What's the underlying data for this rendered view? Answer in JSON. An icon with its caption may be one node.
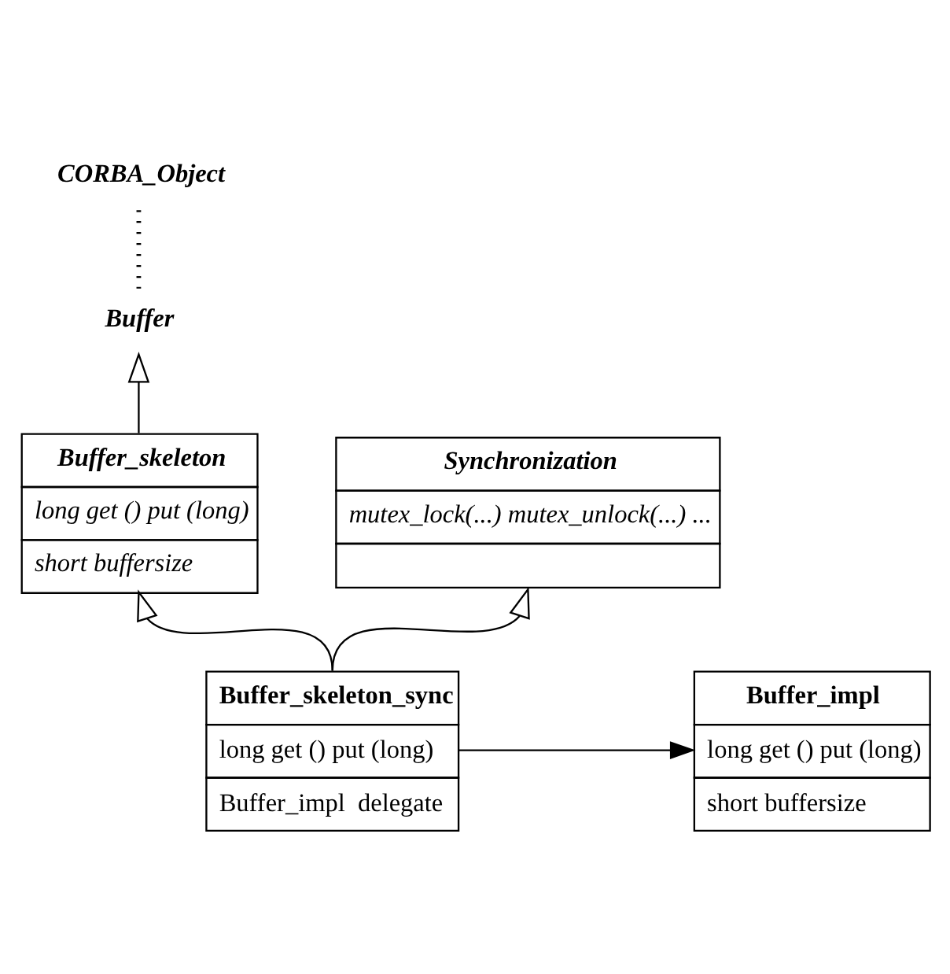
{
  "diagram": {
    "nodes": [
      {
        "text": [
          "CORBA_Object"
        ]
      },
      {
        "text": [
          "Buffer"
        ]
      },
      {
        "text": [
          "Buffer_skeleton",
          "long get () put (long)",
          "short buffersize"
        ]
      },
      {
        "text": [
          "Synchronization",
          "mutex_lock(...) mutex_unlock(...) ..."
        ]
      },
      {
        "text": [
          "Buffer_skeleton_sync",
          "long get () put (long)",
          "Buffer_impl  delegate"
        ]
      },
      {
        "text": [
          "Buffer_impl",
          "long get () put (long)",
          "short buffersize"
        ]
      }
    ],
    "edges": [
      {
        "from": 0,
        "to": 1,
        "arrow": "none",
        "style": "dashed"
      },
      {
        "from": 2,
        "to": 1,
        "arrow": "to"
      },
      {
        "from": 4,
        "to": 2,
        "arrow": "to"
      },
      {
        "from": 4,
        "to": 3,
        "arrow": "to"
      },
      {
        "from": 4,
        "to": 5,
        "arrow": "to"
      }
    ]
  }
}
